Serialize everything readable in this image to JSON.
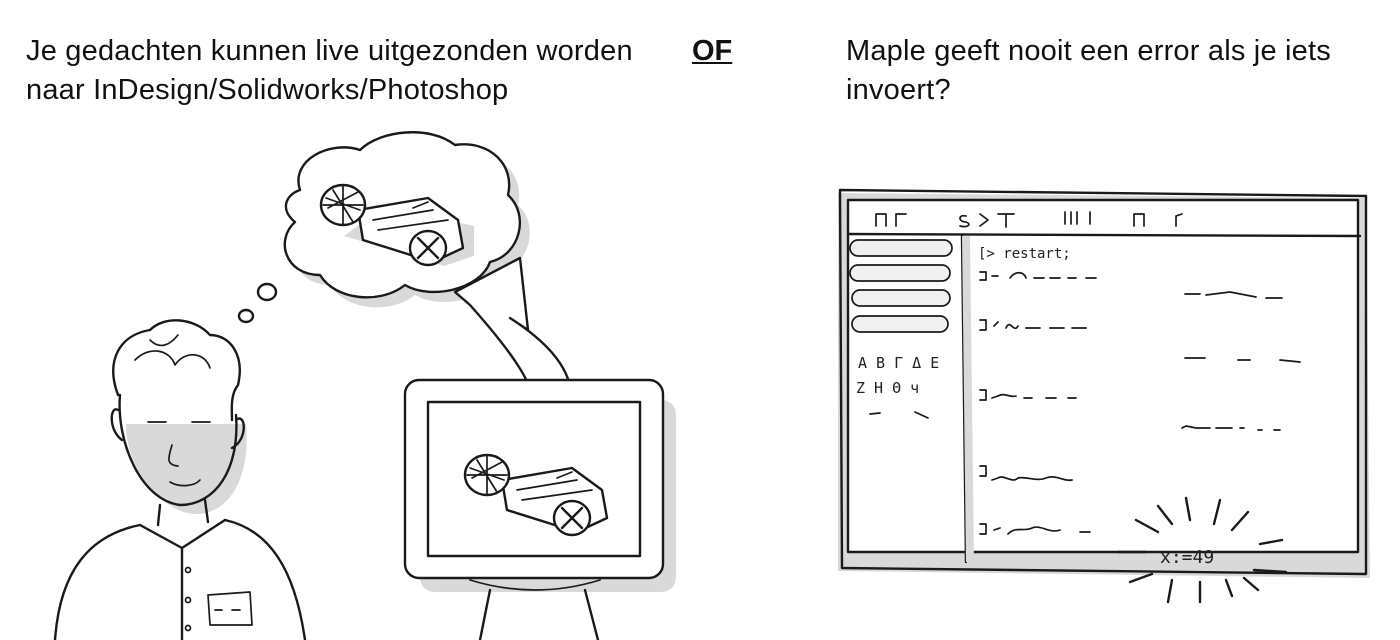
{
  "left_option": {
    "line1": "Je gedachten kunnen live uitgezonden worden",
    "line2": "naar InDesign/Solidworks/Photoshop"
  },
  "separator": "OF",
  "right_option": {
    "line1": "Maple geeft nooit een error als je iets",
    "line2": "invoert?"
  },
  "maple_window": {
    "command_restart": "[> restart;",
    "palette_row1": "A B Γ Δ E",
    "palette_row2": "Z H Θ ч",
    "assignment": "x:=49"
  },
  "colors": {
    "ink": "#1a1a1a",
    "shadow": "#d9d9d9",
    "paper": "#ffffff"
  },
  "icons": [
    "thought-bubble-icon",
    "rc-car-icon",
    "monitor-icon",
    "transfer-arrow-icon",
    "person-icon",
    "spark-burst-icon"
  ]
}
